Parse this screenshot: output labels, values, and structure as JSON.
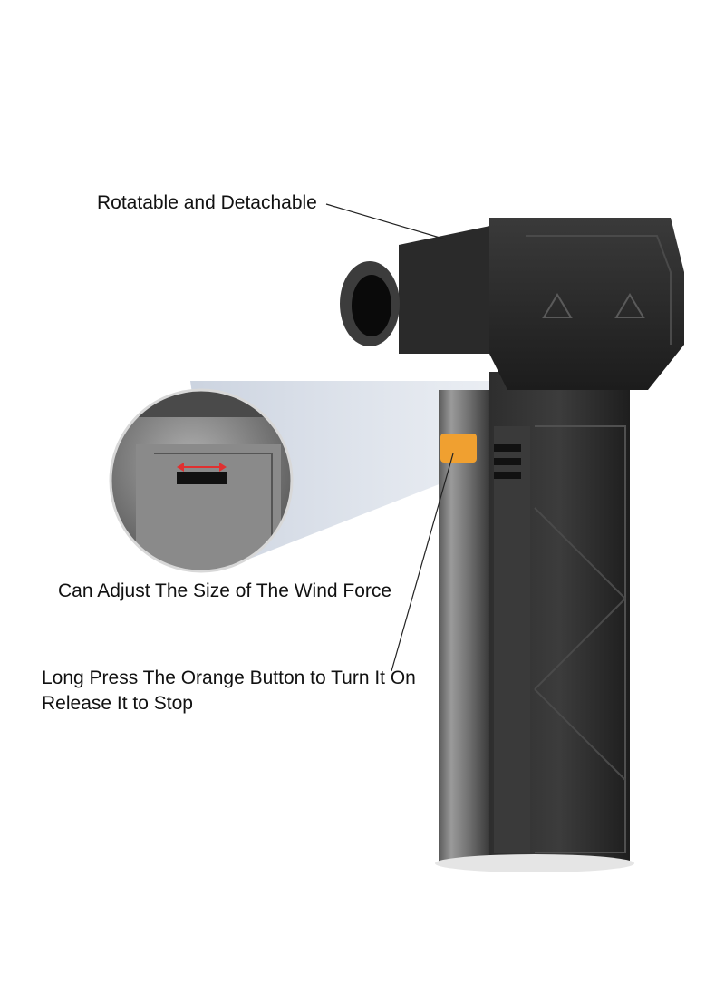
{
  "callouts": {
    "rotatable": "Rotatable and Detachable",
    "wind_force": "Can Adjust The Size of The Wind Force",
    "press_line1": "Long Press The Orange Button to Turn It On",
    "press_line2": "Release It to Stop"
  },
  "colors": {
    "body_dark": "#2b2b2b",
    "body_metal": "#8a8a8a",
    "button_orange": "#f0a030",
    "arrow_red": "#e03030",
    "zoom_beam": "#b8c4d8"
  },
  "icons": {
    "slider_arrow": "double-arrow-horizontal"
  }
}
